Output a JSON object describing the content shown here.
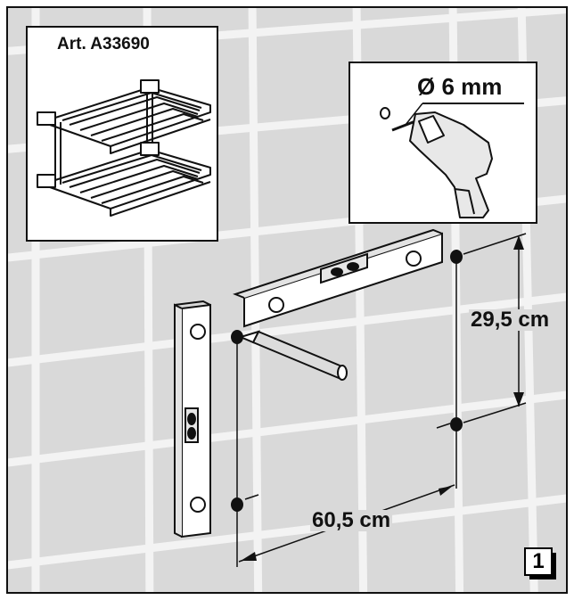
{
  "article_label": "Art. A33690",
  "drill_size": "Ø 6 mm",
  "vertical_distance": "29,5 cm",
  "horizontal_distance": "60,5 cm",
  "step_number": "1",
  "colors": {
    "wall": "#d9d9d9",
    "grout": "#f4f4f4",
    "line": "#111111",
    "panel": "#ffffff"
  }
}
